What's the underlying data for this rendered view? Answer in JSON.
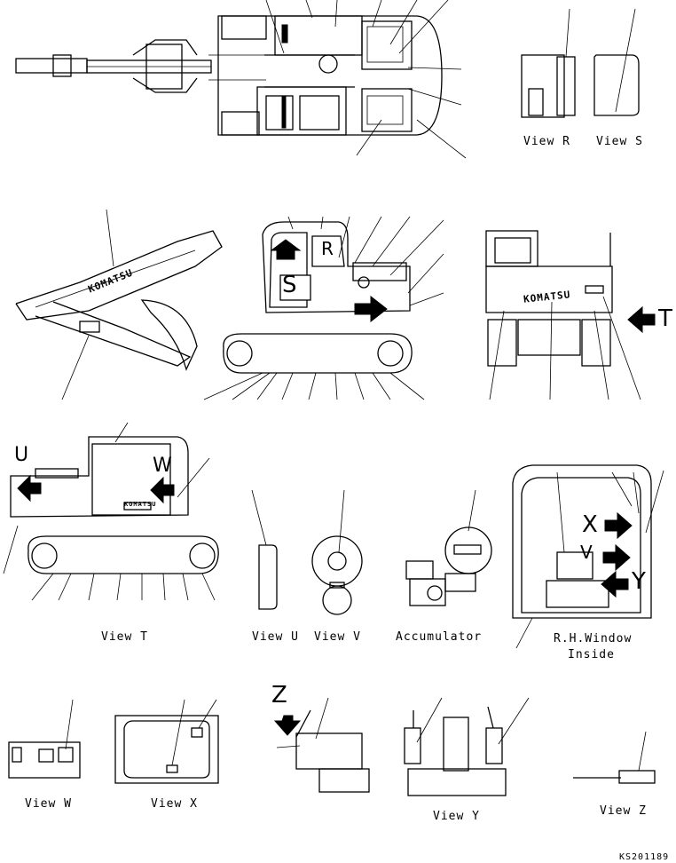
{
  "labels": {
    "view_r": "View R",
    "view_s": "View S",
    "view_t": "View T",
    "view_u": "View U",
    "view_v": "View V",
    "accumulator": "Accumulator",
    "rh_window_line1": "R.H.Window",
    "rh_window_line2": "Inside",
    "view_w": "View W",
    "view_x": "View X",
    "view_y": "View Y",
    "view_z": "View Z",
    "drawing_number": "KS201189"
  },
  "callouts": {
    "s": "S",
    "r": "R",
    "t": "T",
    "u": "U",
    "w": "W",
    "x": "X",
    "v": "V",
    "y": "Y",
    "z": "Z"
  },
  "brand": "KOMATSU",
  "colors": {
    "ink": "#000000",
    "paper": "#ffffff"
  }
}
